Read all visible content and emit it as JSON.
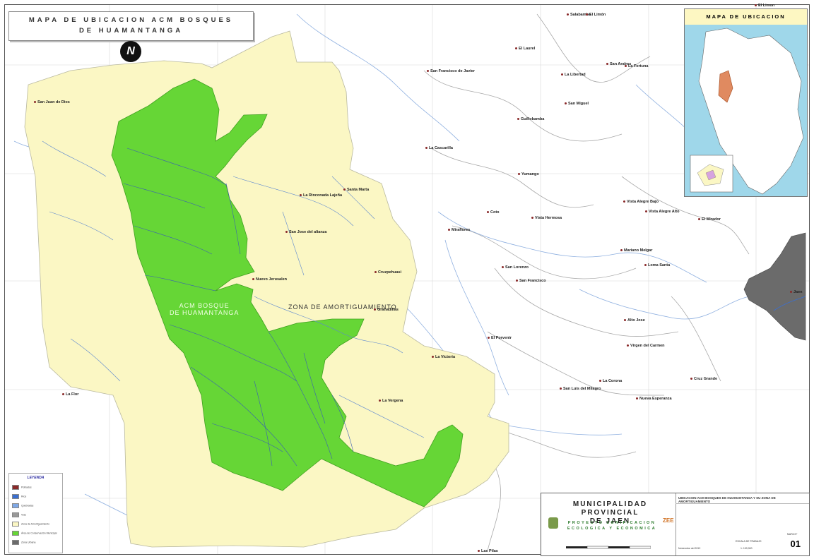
{
  "map": {
    "title_line1": "MAPA DE UBICACION ACM BOSQUES",
    "title_line2": "DE HUAMANTANGA",
    "north_arrow": "N",
    "colors": {
      "buffer_zone": "#fbf7c4",
      "acm_forest": "#66d636",
      "city_area": "#6b6b6b",
      "rivers": "#3b6fd0",
      "roads": "#999999"
    },
    "area_labels": {
      "acm_line1": "ACM BOSQUE",
      "acm_line2": "DE HUAMANTANGA",
      "buffer": "ZONA DE AMORTIGUAMIENTO"
    },
    "places": [
      {
        "name": "San Juan de Dios"
      },
      {
        "name": "La Flor"
      },
      {
        "name": "La Rinconada Lajeña"
      },
      {
        "name": "Santa Marta"
      },
      {
        "name": "San Jose del alianza"
      },
      {
        "name": "Nuevo Jerusalen"
      },
      {
        "name": "Cruzpehuasi"
      },
      {
        "name": "Granadillas"
      },
      {
        "name": "La Victoria"
      },
      {
        "name": "La Vergena"
      },
      {
        "name": "San Francisco de Javier"
      },
      {
        "name": "La Cascarilla"
      },
      {
        "name": "Yumango"
      },
      {
        "name": "Miraflores"
      },
      {
        "name": "Coto"
      },
      {
        "name": "Vista Hermosa"
      },
      {
        "name": "San Lorenzo"
      },
      {
        "name": "San Francisco"
      },
      {
        "name": "El Porvenir"
      },
      {
        "name": "San Luis del Milagro"
      },
      {
        "name": "La Corona"
      },
      {
        "name": "Nueva Esperanza"
      },
      {
        "name": "Cruz Grande"
      },
      {
        "name": "Virgen del Carmen"
      },
      {
        "name": "Alto Jose"
      },
      {
        "name": "Mariano Melgar"
      },
      {
        "name": "Loma Santa"
      },
      {
        "name": "Vista Alegre Bajo"
      },
      {
        "name": "Vista Alegre Alto"
      },
      {
        "name": "El Mirador"
      },
      {
        "name": "Jaen"
      },
      {
        "name": "Guillobamba"
      },
      {
        "name": "San Miguel"
      },
      {
        "name": "La Libertad"
      },
      {
        "name": "La Fortuna"
      },
      {
        "name": "El Laurel"
      },
      {
        "name": "Salabamba"
      },
      {
        "name": "El Limón"
      },
      {
        "name": "El Limon"
      },
      {
        "name": "Las Pilas"
      },
      {
        "name": "San Andres"
      }
    ]
  },
  "inset": {
    "title": "MAPA DE UBICACION"
  },
  "legend": {
    "title": "LEYENDA",
    "items": [
      {
        "label": "Poblados",
        "color": "#8a2a2a"
      },
      {
        "label": "Ríos",
        "color": "#3b6fd0"
      },
      {
        "label": "Quebradas",
        "color": "#7fa8e6"
      },
      {
        "label": "Vías",
        "color": "#999999"
      },
      {
        "label": "Zona de Amortiguamiento",
        "color": "#fbf7c4"
      },
      {
        "label": "Área de Conservación Municipal",
        "color": "#66d636"
      },
      {
        "label": "Zona Urbana",
        "color": "#6b6b6b"
      }
    ]
  },
  "cartouche": {
    "org_line1": "MUNICIPALIDAD PROVINCIAL",
    "org_line2": "DE JAEN",
    "project_line1": "PROYECTO ZONIFICACION",
    "project_line2": "ECOLOGICA Y ECONOMICA",
    "logo_text": "ZEE",
    "map_subject": "UBICACION ACM BOSQUES DE HUAMANTANGA Y SU ZONA DE AMORTIGUAMIENTO",
    "date": "Noviembre del 2012",
    "scale_label": "ESCALA DE TRABAJO",
    "scale": "1: 100,000",
    "map_number_label": "MAPA N°",
    "map_number": "01"
  }
}
